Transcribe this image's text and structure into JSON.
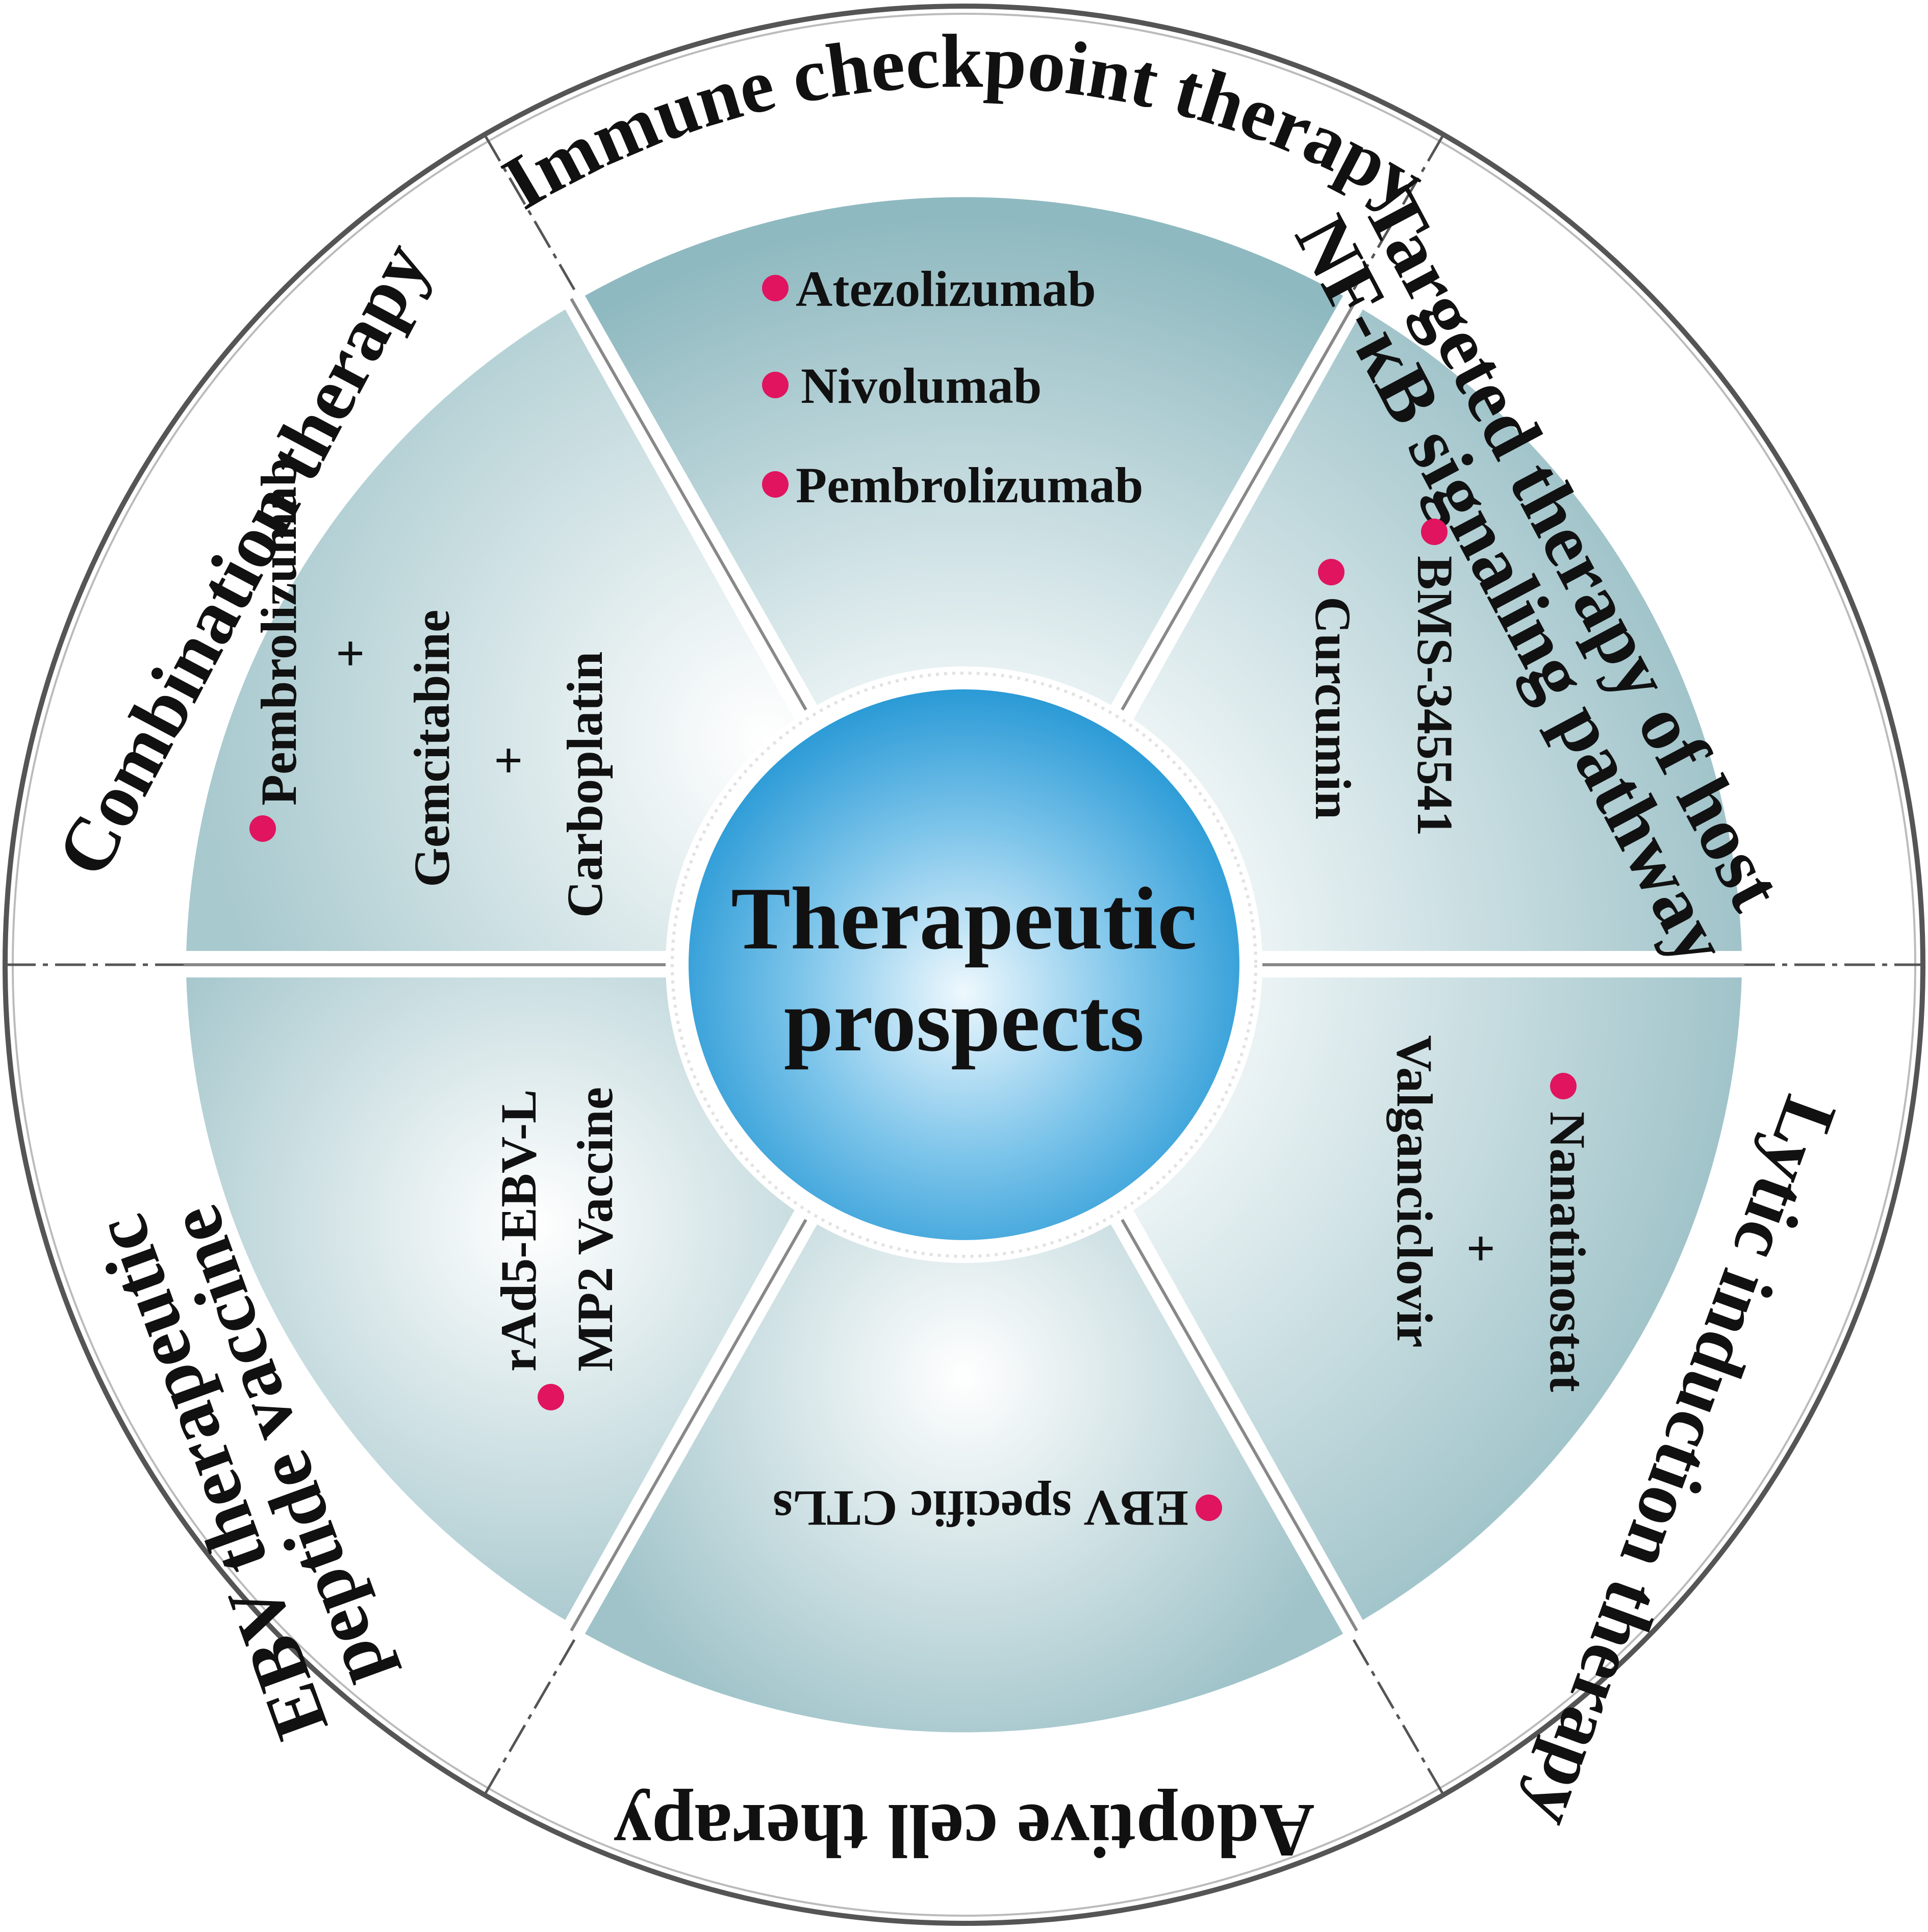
{
  "center": {
    "line1": "Therapeutic",
    "line2": "prospects"
  },
  "colors": {
    "wedge_dark": "#9fc3c9",
    "wedge_light": "#f4f9fa",
    "bullet": "#e0145f",
    "center_dark": "#2a9ad6",
    "center_light": "#eef8fd",
    "ring_line": "#444444"
  },
  "categories": {
    "immune": "Immune checkpoint therapy",
    "targeted_line1": "Targeted therapy of host",
    "targeted_line2": "NF-κB signaling pathway",
    "lytic": "Lytic induction therapy",
    "adoptive": "Adoptive cell therapy",
    "ebv_line1": "EBV therapeutic",
    "ebv_line2": "peptide vaccine",
    "combination": "Combination therapy"
  },
  "items": {
    "immune": [
      "Atezolizumab",
      "Nivolumab",
      "Pembrolizumab"
    ],
    "targeted": [
      "BMS-345541",
      "Curcumin"
    ],
    "lytic": [
      "Nanatinostat",
      "+",
      "Valganciclovir"
    ],
    "adoptive": [
      "EBV specific CTLs"
    ],
    "ebv": [
      "rAd5-EBV-L",
      "MP2 Vaccine"
    ],
    "combination": [
      "Pembrolizumab",
      "+",
      "Gemcitabine",
      "+",
      "Carboplatin"
    ]
  }
}
